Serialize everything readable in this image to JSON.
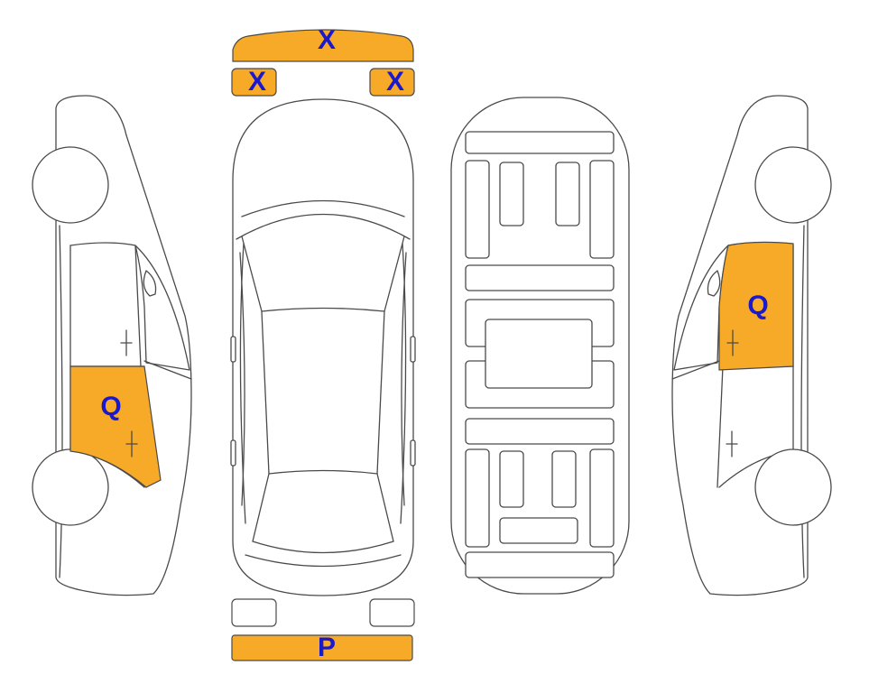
{
  "colors": {
    "damage_fill": "#F7A928",
    "code_text": "#1a1acc",
    "outline": "#4a4a4a",
    "blank_fill": "#ffffff"
  },
  "parts": {
    "front_bumper": {
      "code": "X",
      "highlighted": true
    },
    "left_headlight": {
      "code": "X",
      "highlighted": true
    },
    "right_headlight": {
      "code": "X",
      "highlighted": true
    },
    "rear_bumper": {
      "code": "P",
      "highlighted": true
    },
    "left_taillight": {
      "code": "",
      "highlighted": false
    },
    "right_taillight": {
      "code": "",
      "highlighted": false
    },
    "left_rear_door": {
      "code": "Q",
      "highlighted": true
    },
    "right_front_door": {
      "code": "Q",
      "highlighted": true
    }
  }
}
